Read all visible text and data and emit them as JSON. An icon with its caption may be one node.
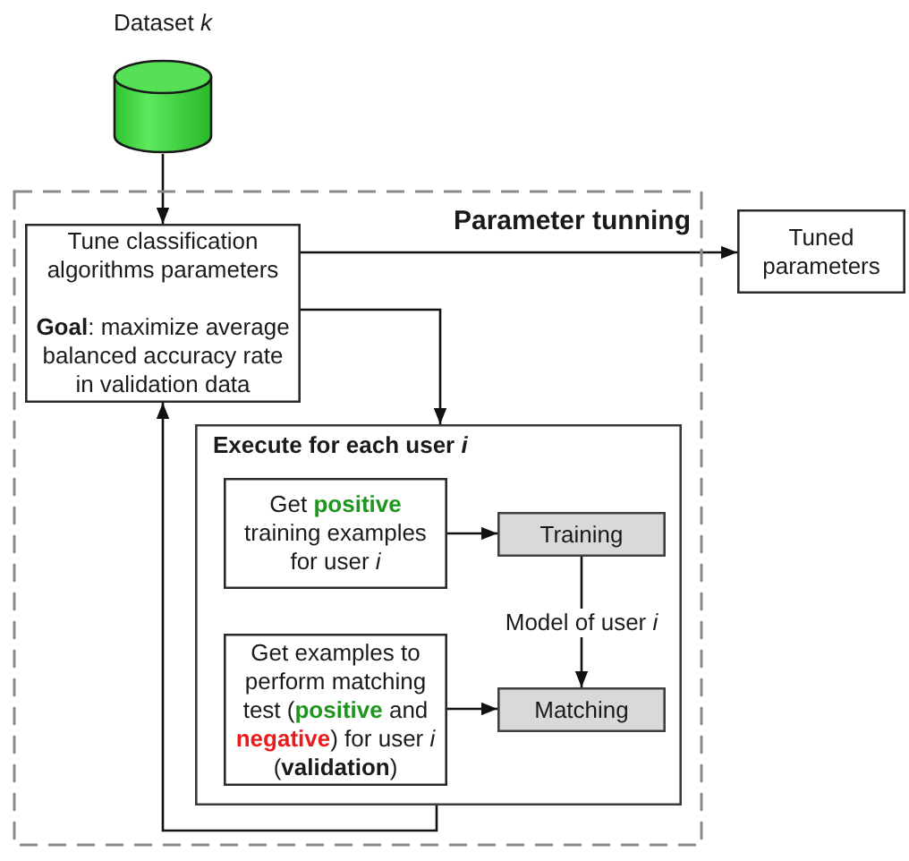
{
  "diagram": {
    "nodes": [
      {
        "text": [
          "Dataset *k*"
        ]
      },
      {
        "text": [
          "Parameter tunning"
        ]
      },
      {
        "text": [
          "Tune classification algorithms parameters",
          "**Goal**: maximize average balanced accuracy rate in validation data"
        ],
        "in": 1
      },
      {
        "text": [
          "Tuned parameters"
        ]
      },
      {
        "text": [
          "Execute for each user *i*"
        ],
        "in": 1
      },
      {
        "text": [
          "Get **positive** training examples for user *i*"
        ],
        "in": 4
      },
      {
        "text": [
          "Training"
        ],
        "in": 4
      },
      {
        "text": [
          "Get examples to perform matching test (**positive** and **negative**) for user *i* (**validation**)"
        ],
        "in": 4
      },
      {
        "text": [
          "Matching"
        ],
        "in": 4
      }
    ],
    "edges": [
      {
        "from": 0,
        "to": 2,
        "arrow": "to"
      },
      {
        "from": 2,
        "to": 3,
        "arrow": "to"
      },
      {
        "from": 2,
        "to": 4,
        "arrow": "to"
      },
      {
        "from": 4,
        "to": 2,
        "arrow": "to"
      },
      {
        "from": 5,
        "to": 6,
        "arrow": "to"
      },
      {
        "from": 6,
        "to": 8,
        "arrow": "to",
        "label": "Model of user *i*"
      },
      {
        "from": 7,
        "to": 8,
        "arrow": "to"
      }
    ]
  }
}
